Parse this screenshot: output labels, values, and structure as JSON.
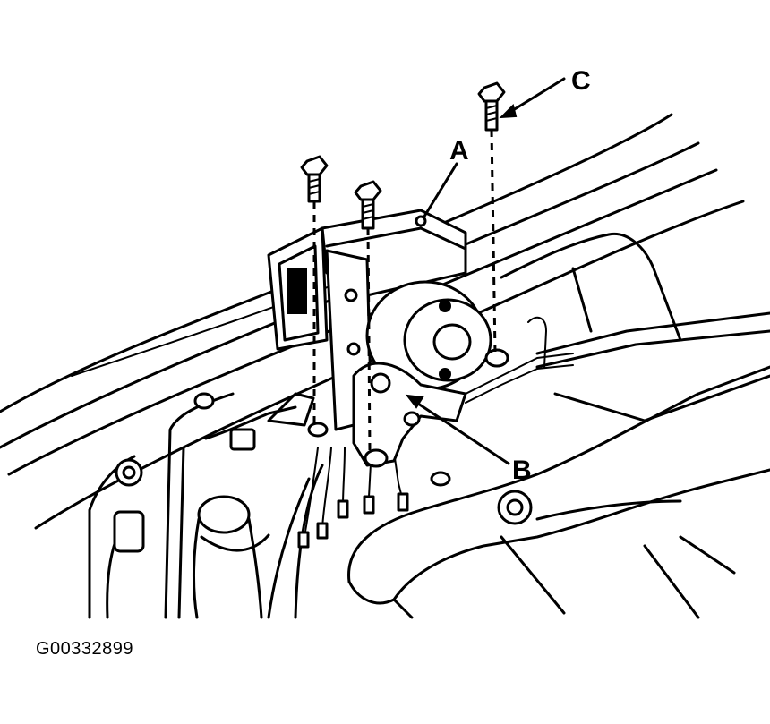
{
  "diagram": {
    "callouts": {
      "a": "A",
      "b": "B",
      "c": "C"
    },
    "figure_id": "G00332899"
  }
}
